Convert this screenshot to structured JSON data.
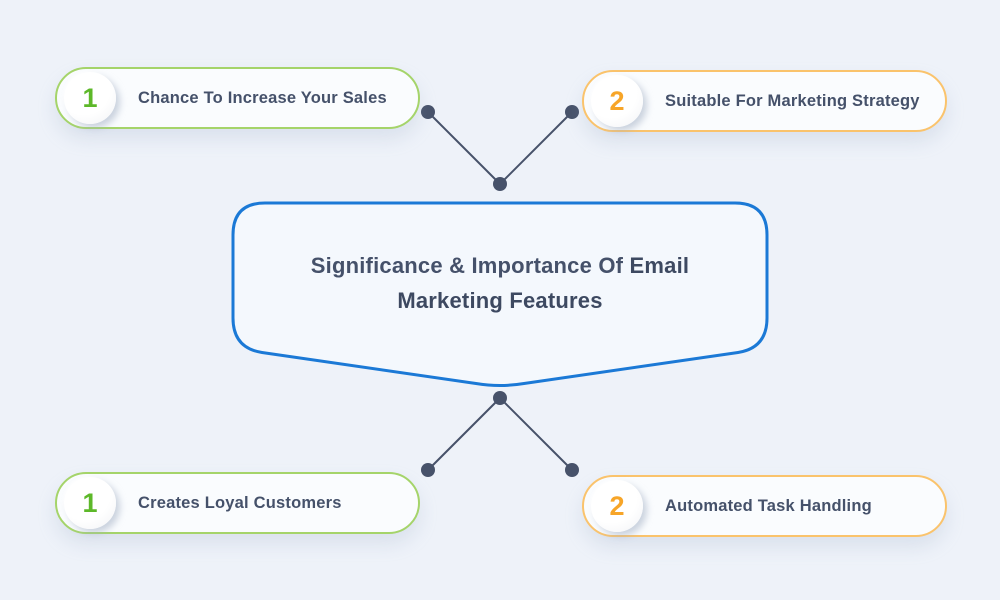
{
  "diagram": {
    "center": {
      "line1_regular": "Significance & Importance Of ",
      "line1_bold": "Email",
      "line2_bold": "Marketing Features"
    },
    "items": [
      {
        "number": "1",
        "label": "Chance To Increase Your Sales",
        "position": "top-left",
        "number_color": "#5db829",
        "border_color": "#a5d46a"
      },
      {
        "number": "2",
        "label": "Suitable For Marketing Strategy",
        "position": "top-right",
        "number_color": "#f7a528",
        "border_color": "#fac36c"
      },
      {
        "number": "1",
        "label": "Creates Loyal Customers",
        "position": "bottom-left",
        "number_color": "#5db829",
        "border_color": "#a5d46a"
      },
      {
        "number": "2",
        "label": "Automated Task Handling",
        "position": "bottom-right",
        "number_color": "#f7a528",
        "border_color": "#fac36c"
      }
    ]
  },
  "colors": {
    "bg": "#eef2f9",
    "text": "#45516a",
    "text_strong": "#3d4961",
    "connector": "#47526a",
    "blue": "#1b79d6",
    "bubble_fill": "#f4f8fd",
    "pill_bg": "#fafcfe"
  }
}
